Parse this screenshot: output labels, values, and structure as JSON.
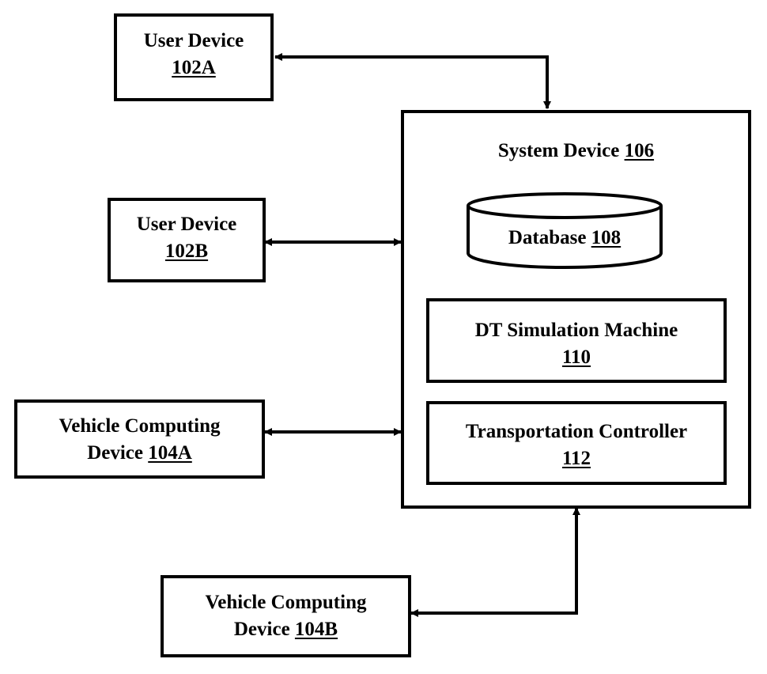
{
  "nodes": {
    "user_device_a": {
      "label": "User Device",
      "ref": "102A"
    },
    "user_device_b": {
      "label": "User Device",
      "ref": "102B"
    },
    "vehicle_a": {
      "label_line1": "Vehicle Computing",
      "label_line2": "Device ",
      "ref": "104A"
    },
    "vehicle_b": {
      "label_line1": "Vehicle Computing",
      "label_line2": "Device ",
      "ref": "104B"
    },
    "system_device": {
      "label": "System Device ",
      "ref": "106"
    },
    "database": {
      "label": "Database ",
      "ref": "108"
    },
    "dt_simulation": {
      "label": "DT Simulation Machine",
      "ref": "110"
    },
    "transport_controller": {
      "label": "Transportation Controller",
      "ref": "112"
    }
  },
  "colors": {
    "stroke": "#000000",
    "background": "#ffffff"
  }
}
